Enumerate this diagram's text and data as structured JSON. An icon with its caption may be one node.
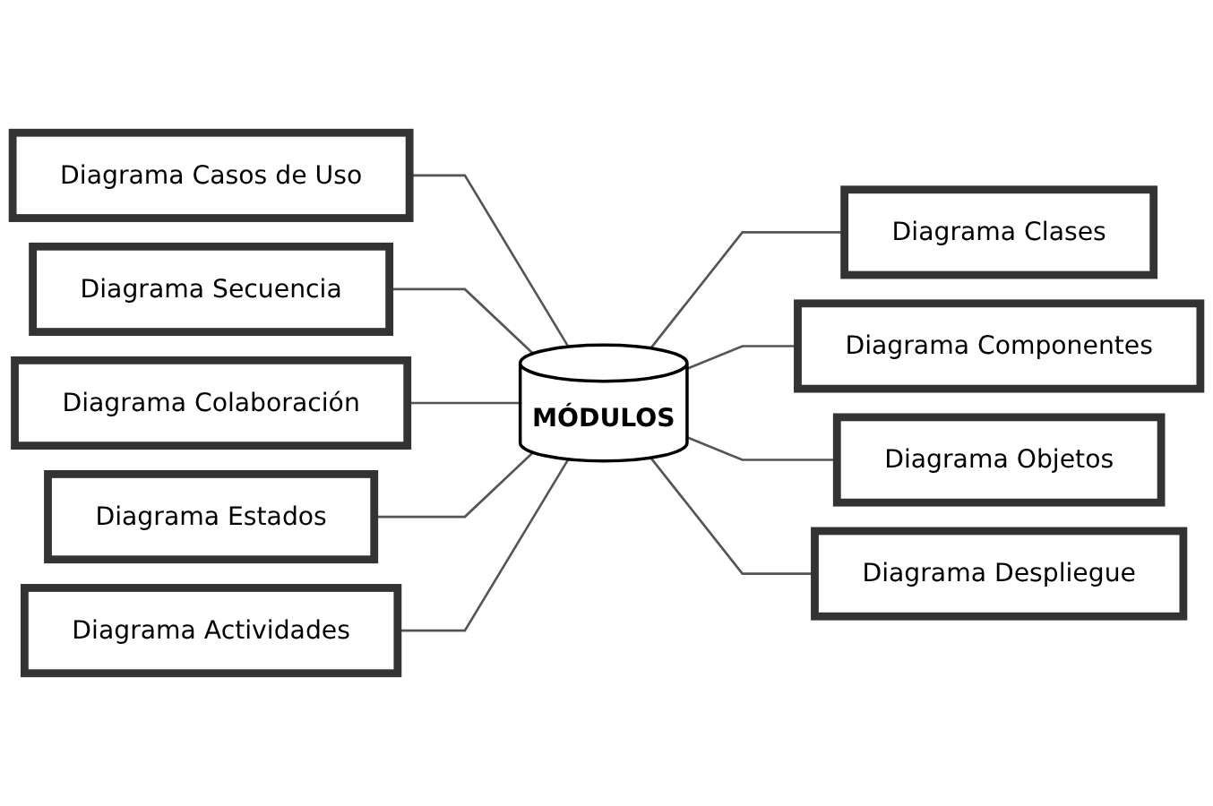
{
  "diagram": {
    "nodes": [
      {
        "text": [
          "Diagrama Casos de Uso"
        ]
      },
      {
        "text": [
          "Diagrama Secuencia"
        ]
      },
      {
        "text": [
          "Diagrama Clases"
        ]
      },
      {
        "text": [
          "MÓDULOS"
        ]
      },
      {
        "text": [
          "Diagrama Colaboración"
        ]
      },
      {
        "text": [
          "Diagrama Componentes"
        ]
      },
      {
        "text": [
          "Diagrama Objetos"
        ]
      },
      {
        "text": [
          "Diagrama Estados"
        ]
      },
      {
        "text": [
          "Diagrama Despliegue"
        ]
      },
      {
        "text": [
          "Diagrama Actividades"
        ]
      }
    ],
    "edges": [
      {
        "from": 0,
        "to": 3,
        "arrow": "none"
      },
      {
        "from": 1,
        "to": 3,
        "arrow": "none"
      },
      {
        "from": 3,
        "to": 2,
        "arrow": "none"
      },
      {
        "from": 4,
        "to": 3,
        "arrow": "none"
      },
      {
        "from": 3,
        "to": 5,
        "arrow": "none"
      },
      {
        "from": 3,
        "to": 6,
        "arrow": "none"
      },
      {
        "from": 7,
        "to": 3,
        "arrow": "none"
      },
      {
        "from": 3,
        "to": 8,
        "arrow": "none"
      },
      {
        "from": 9,
        "to": 3,
        "arrow": "none"
      }
    ]
  }
}
